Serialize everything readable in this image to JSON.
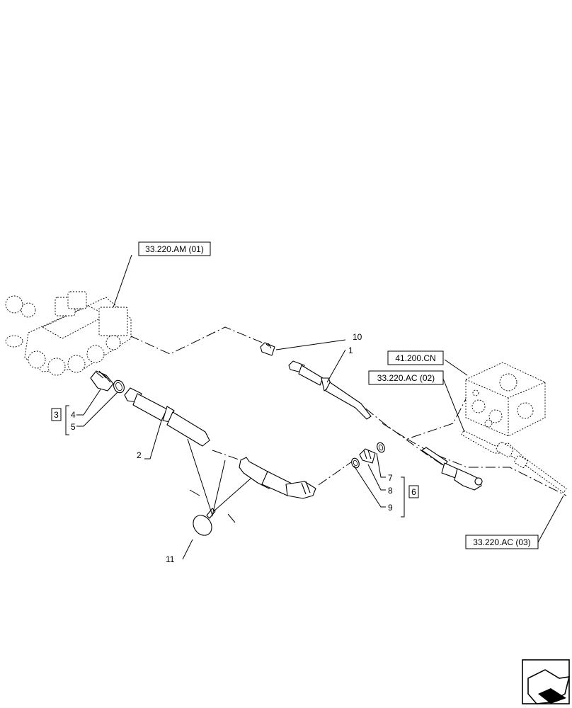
{
  "references": {
    "ref_top_left": "33.220.AM (01)",
    "ref_valve_block": "41.200.CN",
    "ref_mid_right": "33.220.AC (02)",
    "ref_bottom_right": "33.220.AC (03)"
  },
  "callouts": {
    "c1": "1",
    "c2": "2",
    "c3": "3",
    "c4": "4",
    "c5": "5",
    "c6": "6",
    "c7": "7",
    "c8": "8",
    "c9": "9",
    "c10": "10",
    "c11": "11"
  },
  "icons": {
    "nav": "next-page-arrow-icon"
  }
}
